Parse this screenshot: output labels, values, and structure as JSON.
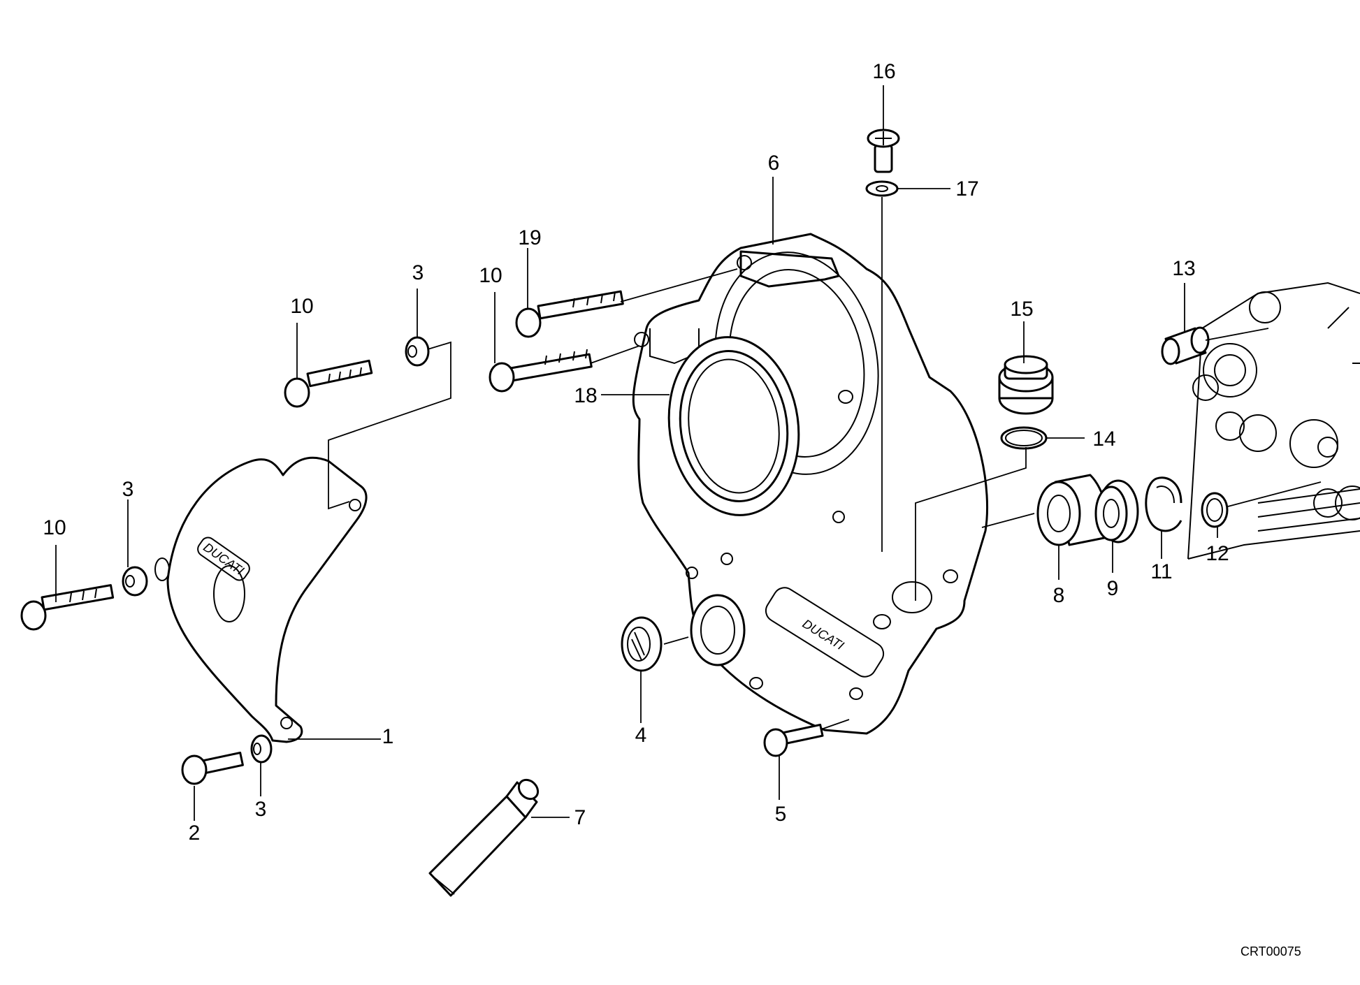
{
  "drawing_code": "CRT00075",
  "callouts": [
    {
      "id": "c1",
      "label": "1"
    },
    {
      "id": "c2",
      "label": "2"
    },
    {
      "id": "c3a",
      "label": "3"
    },
    {
      "id": "c3b",
      "label": "3"
    },
    {
      "id": "c3c",
      "label": "3"
    },
    {
      "id": "c4",
      "label": "4"
    },
    {
      "id": "c5",
      "label": "5"
    },
    {
      "id": "c6",
      "label": "6"
    },
    {
      "id": "c7",
      "label": "7"
    },
    {
      "id": "c8",
      "label": "8"
    },
    {
      "id": "c9",
      "label": "9"
    },
    {
      "id": "c10a",
      "label": "10"
    },
    {
      "id": "c10b",
      "label": "10"
    },
    {
      "id": "c10c",
      "label": "10"
    },
    {
      "id": "c11",
      "label": "11"
    },
    {
      "id": "c12",
      "label": "12"
    },
    {
      "id": "c13",
      "label": "13"
    },
    {
      "id": "c14",
      "label": "14"
    },
    {
      "id": "c15",
      "label": "15"
    },
    {
      "id": "c16",
      "label": "16"
    },
    {
      "id": "c17",
      "label": "17"
    },
    {
      "id": "c18",
      "label": "18"
    },
    {
      "id": "c19",
      "label": "19"
    }
  ],
  "logos": {
    "small_cover": "DUCATI",
    "main_cover": "DUCATI"
  }
}
